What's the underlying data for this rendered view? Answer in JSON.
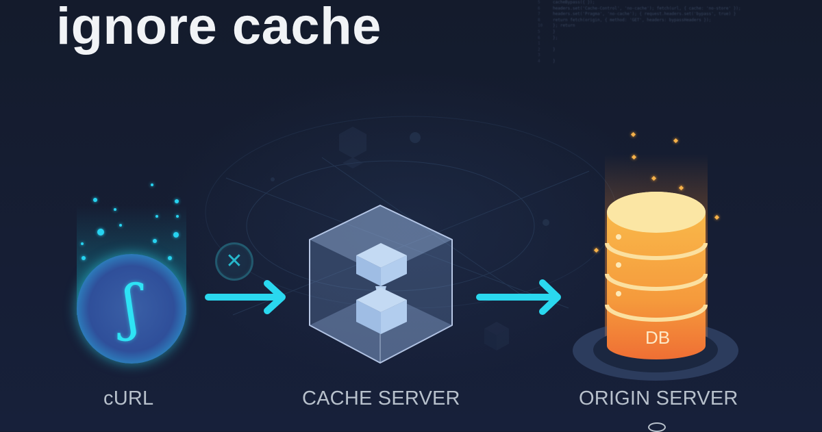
{
  "title": "ignore cache",
  "code_snippet": {
    "lines": [
      {
        "num": "5",
        "text": "cacheBypass({ });"
      },
      {
        "num": "6",
        "text": "headers.set('Cache-Control', 'no-cache'); fetch(url, { cache: 'no-store' });"
      },
      {
        "num": "7",
        "text": "headers.set('Pragma', 'no-cache'); { request.headers.set('bypass', true) }"
      },
      {
        "num": "8",
        "text": "return fetch(origin, { method: 'GET', headers: bypassHeaders });"
      },
      {
        "num": "10",
        "text": "}; return"
      },
      {
        "num": "5",
        "text": "}"
      },
      {
        "num": "6",
        "text": "};"
      },
      {
        "num": "1",
        "text": ""
      },
      {
        "num": "2",
        "text": "}"
      },
      {
        "num": "3",
        "text": ""
      },
      {
        "num": "4",
        "text": "}"
      }
    ]
  },
  "nodes": {
    "client": {
      "label": "cURL",
      "glyph": "ʃ",
      "icon": "curl-icon",
      "color": "#2ee3f5"
    },
    "cache": {
      "label": "CACHE SERVER",
      "icon": "cache-cube-icon",
      "status_glyph": "✕",
      "status": "bypassed"
    },
    "origin": {
      "label": "ORIGIN SERVER",
      "icon": "database-icon",
      "db_label": "DB",
      "color": "#f6a035"
    }
  },
  "flow": [
    {
      "from": "cURL",
      "to": "CACHE SERVER",
      "arrow": "arrow-right-icon"
    },
    {
      "from": "CACHE SERVER",
      "to": "ORIGIN SERVER",
      "arrow": "arrow-right-icon"
    }
  ],
  "colors": {
    "background": "#151d30",
    "title": "#f1f3f6",
    "accent_cyan": "#2ee3f5",
    "accent_orange": "#f6a035",
    "label": "#b8c1cc"
  }
}
